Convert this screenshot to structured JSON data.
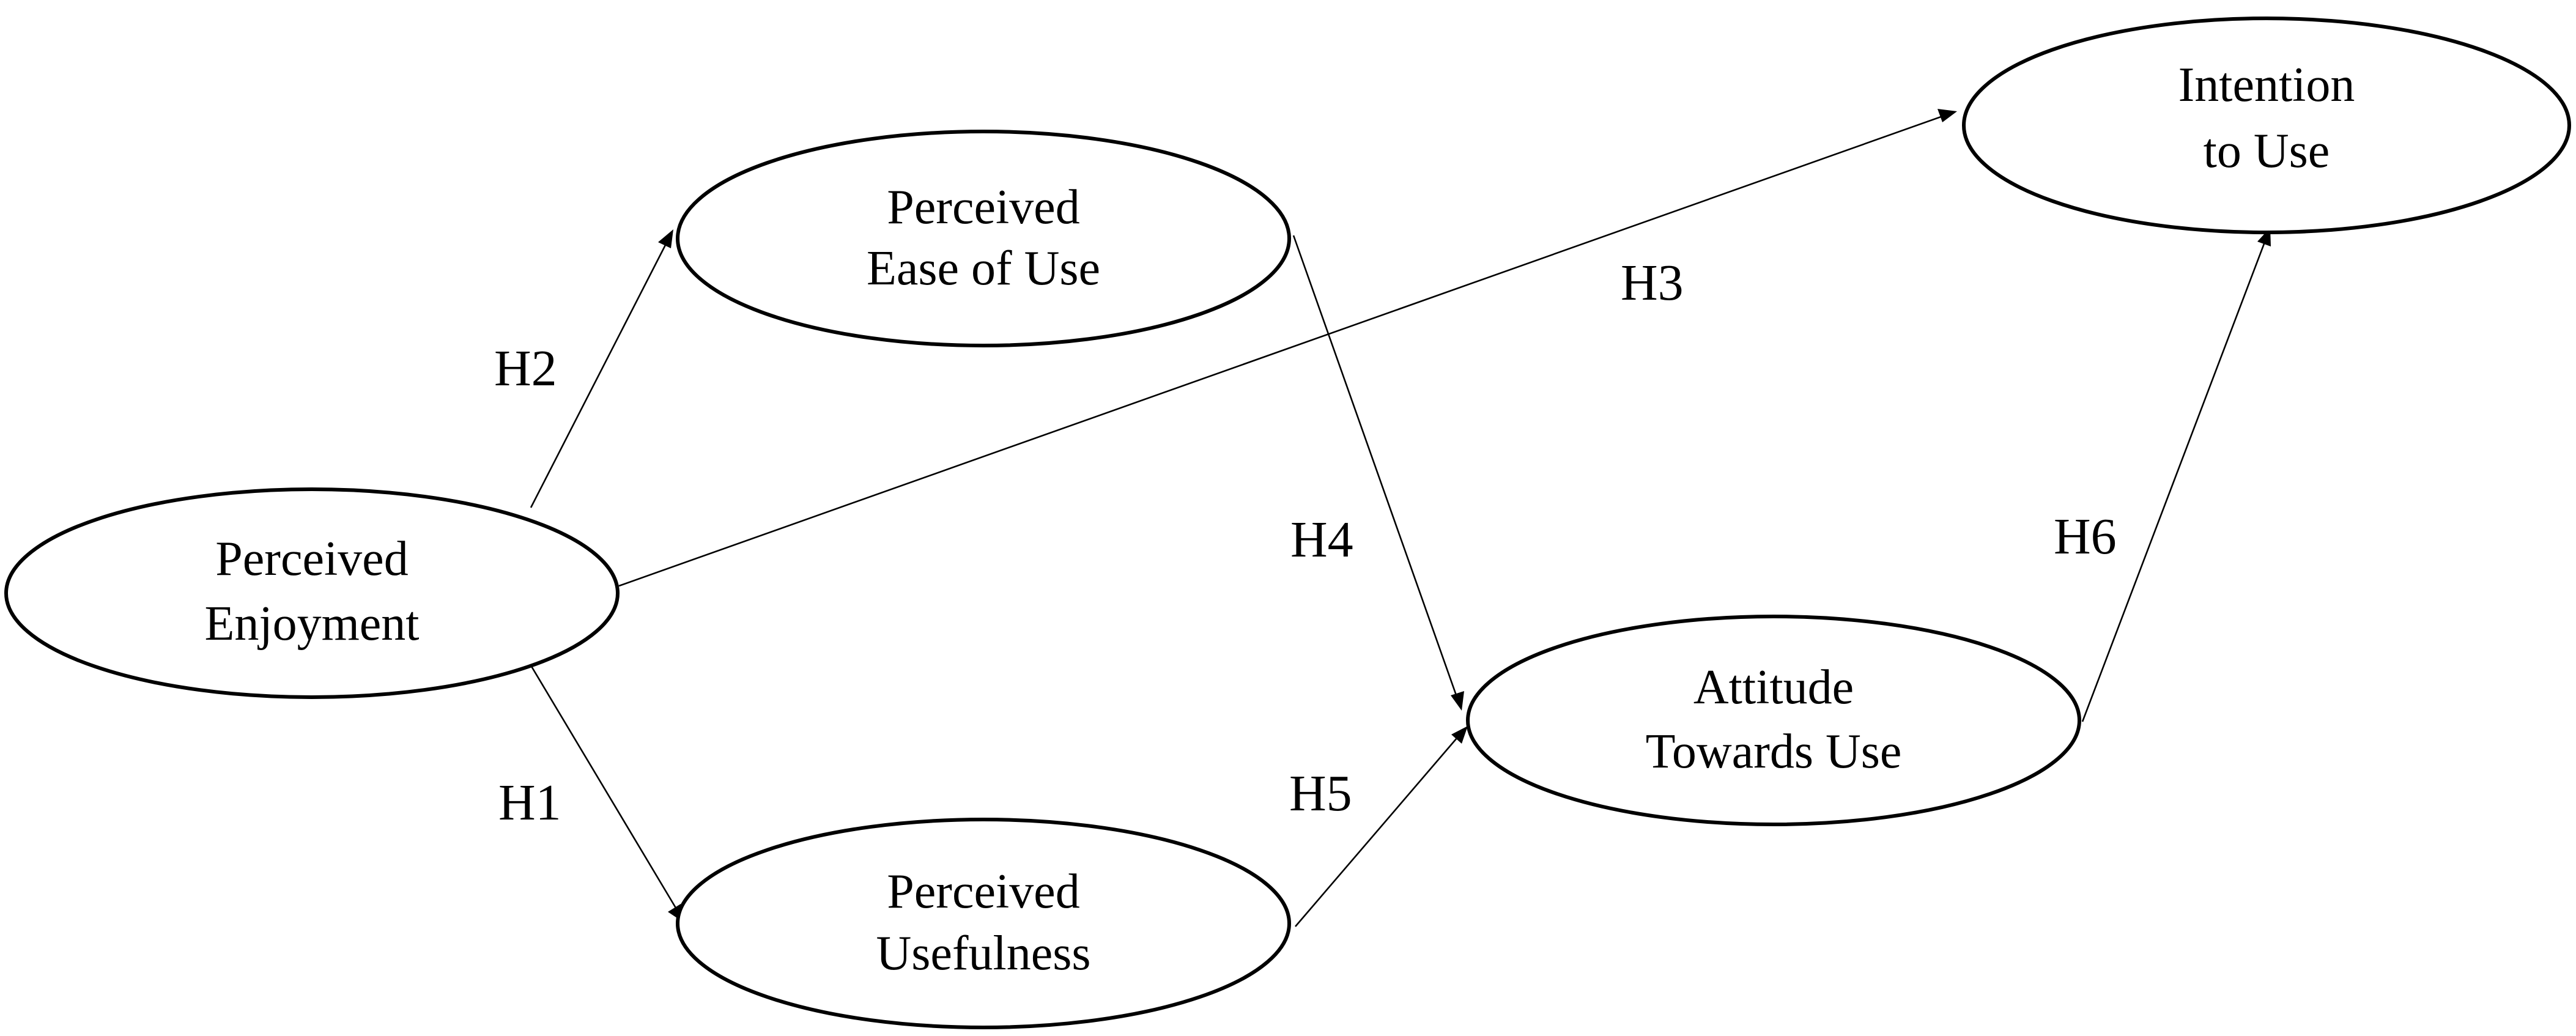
{
  "diagram": {
    "nodes": {
      "perceived_enjoyment": {
        "lines": [
          "Perceived",
          "Enjoyment"
        ]
      },
      "perceived_ease_of_use": {
        "lines": [
          "Perceived",
          "Ease of Use"
        ]
      },
      "perceived_usefulness": {
        "lines": [
          "Perceived",
          "Usefulness"
        ]
      },
      "attitude_towards_use": {
        "lines": [
          "Attitude",
          "Towards Use"
        ]
      },
      "intention_to_use": {
        "lines": [
          "Intention",
          "to Use"
        ]
      }
    },
    "edges": {
      "h1": {
        "label": "H1",
        "from": "Perceived Enjoyment",
        "to": "Perceived Usefulness"
      },
      "h2": {
        "label": "H2",
        "from": "Perceived Enjoyment",
        "to": "Perceived Ease of Use"
      },
      "h3": {
        "label": "H3",
        "from": "Perceived Enjoyment",
        "to": "Intention to Use"
      },
      "h4": {
        "label": "H4",
        "from": "Perceived Ease of Use",
        "to": "Attitude Towards Use"
      },
      "h5": {
        "label": "H5",
        "from": "Perceived Usefulness",
        "to": "Attitude Towards Use"
      },
      "h6": {
        "label": "H6",
        "from": "Attitude Towards Use",
        "to": "Intention to Use"
      }
    }
  }
}
